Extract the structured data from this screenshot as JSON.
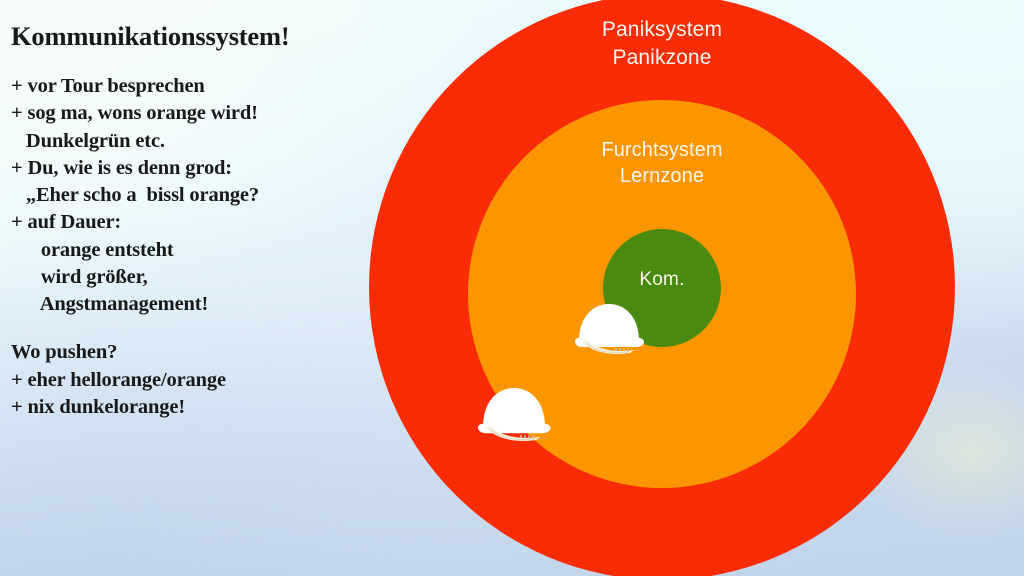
{
  "slide": {
    "background": {
      "top_color": "#f2fbfa",
      "top_right_color": "#eafcfd",
      "bottom_left_color": "#bed4ea"
    }
  },
  "text_panel": {
    "headline": "Kommunikationssystem!",
    "lines": [
      "+ vor Tour besprechen",
      "+ sog ma, wons orange wird!",
      "   Dunkelgrün etc.",
      "+ Du, wie is es denn grod:",
      "   „Eher scho a  bissl orange?",
      "+ auf Dauer:",
      "      orange entsteht",
      "      wird größer,",
      "      Angstmanagement!",
      "",
      "Wo pushen?",
      "+ eher hellorange/orange",
      "+ nix dunkelorange!"
    ]
  },
  "diagram": {
    "zones": [
      {
        "id": "panic",
        "color": "#f92c06",
        "label_line1": "Paniksystem",
        "label_line2": "Panikzone",
        "label_color": "#fdf6ec"
      },
      {
        "id": "fear",
        "color": "#fb9500",
        "label_line1": "Furchtsystem",
        "label_line2": "Lernzone",
        "label_color": "#fdf6ec"
      },
      {
        "id": "communication",
        "color": "#4b8a11",
        "label_line1": "Kom.",
        "label_line2": "",
        "label_color": "#eef6e6"
      }
    ],
    "markers": [
      {
        "id": "helmet-inner",
        "name": "white-hard-hat"
      },
      {
        "id": "helmet-outer",
        "name": "white-hard-hat"
      }
    ]
  }
}
